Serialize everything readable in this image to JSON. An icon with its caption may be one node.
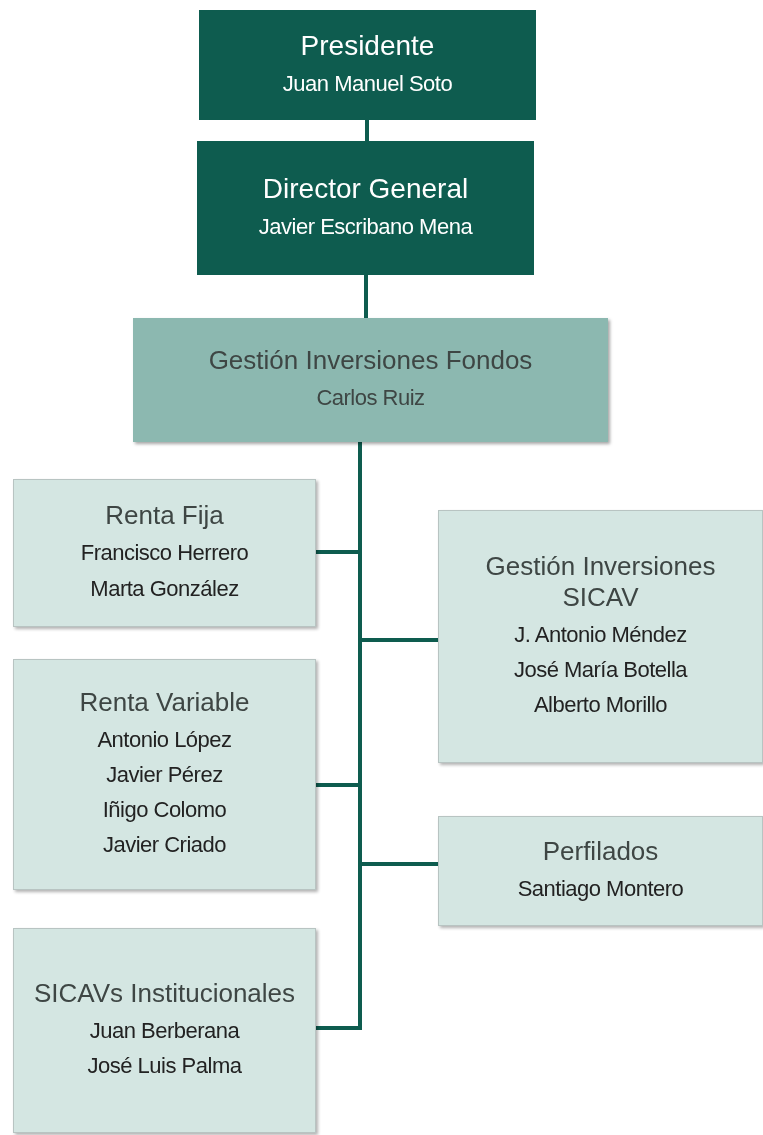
{
  "diagram": {
    "nodes": [
      {
        "text": [
          "Presidente",
          "Juan Manuel Soto"
        ]
      },
      {
        "text": [
          "Director General",
          "Javier Escribano Mena"
        ]
      },
      {
        "text": [
          "Gestión Inversiones Fondos",
          "Carlos Ruiz"
        ]
      },
      {
        "text": [
          "Renta Fija",
          "Francisco Herrero",
          "Marta González"
        ]
      },
      {
        "text": [
          "Gestión Inversiones SICAV",
          "J. Antonio Méndez",
          "José María Botella",
          "Alberto Morillo"
        ]
      },
      {
        "text": [
          "Renta Variable",
          "Antonio López",
          "Javier Pérez",
          "Iñigo Colomo",
          "Javier Criado"
        ]
      },
      {
        "text": [
          "Perfilados",
          "Santiago Montero"
        ]
      },
      {
        "text": [
          "SICAVs Institucionales",
          "Juan Berberana",
          "José Luis Palma"
        ]
      }
    ],
    "edges": [
      {
        "from": 0,
        "to": 1,
        "arrow": "none"
      },
      {
        "from": 1,
        "to": 2,
        "arrow": "none"
      },
      {
        "from": 2,
        "to": 3,
        "arrow": "none"
      },
      {
        "from": 2,
        "to": 4,
        "arrow": "none"
      },
      {
        "from": 2,
        "to": 5,
        "arrow": "none"
      },
      {
        "from": 2,
        "to": 6,
        "arrow": "none"
      },
      {
        "from": 2,
        "to": 7,
        "arrow": "none"
      }
    ]
  }
}
